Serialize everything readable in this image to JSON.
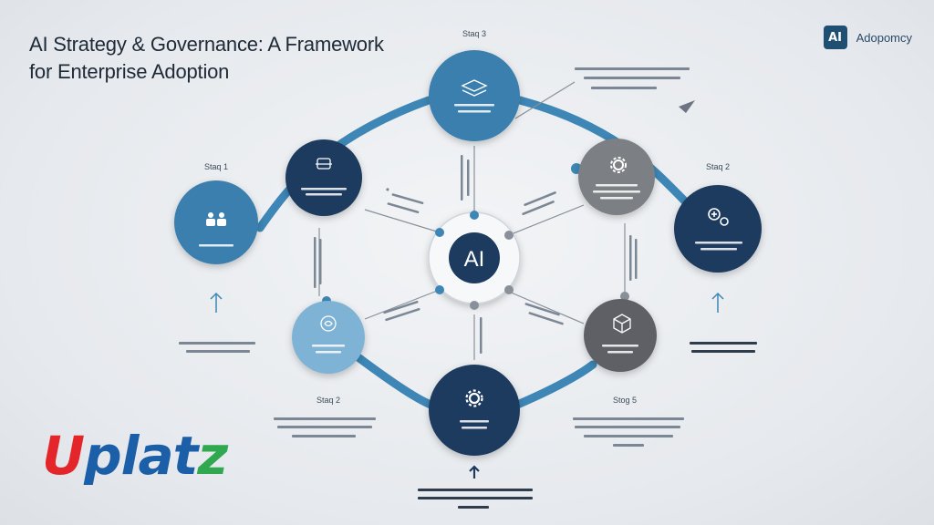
{
  "header": {
    "title_line1": "AI Strategy & Governance: A Framework",
    "title_line2": "for Enterprise Adoption"
  },
  "brand": {
    "mark": "AI",
    "name": "Adopomcy"
  },
  "logo": {
    "text": "Uplatz"
  },
  "diagram": {
    "center": {
      "label": "AI"
    },
    "stage_labels": {
      "top": "Staq 3",
      "left": "Staq 1",
      "right": "Staq 2",
      "bottom_left": "Staq 2",
      "bottom_right": "Stog 5"
    },
    "colors": {
      "ring": "#3d86b5",
      "navy": "#1e3b5e",
      "blue": "#3a7fae",
      "lightblue": "#7fb3d5",
      "grey": "#7b7f84",
      "darkgrey": "#5e6166",
      "connector": "#8a9099"
    },
    "icons": {
      "top": "layers-icon",
      "upper_left": "network-icon",
      "left": "team-icon",
      "center": "ai-badge-icon",
      "upper_right": "gear-icon",
      "right": "search-plus-icon",
      "lower_left": "brain-icon",
      "bottom": "gear-icon",
      "lower_right": "box-icon"
    }
  }
}
